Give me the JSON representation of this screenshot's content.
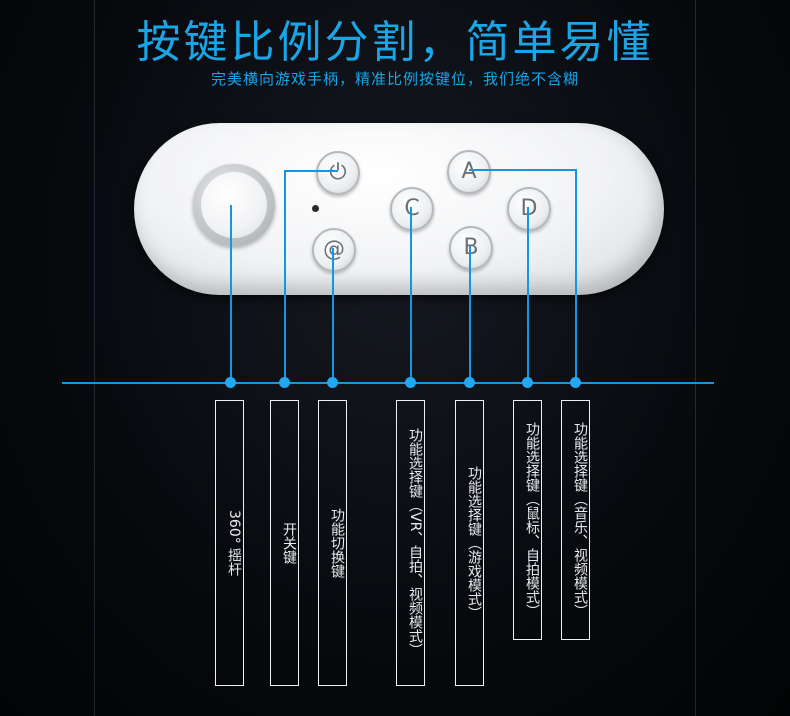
{
  "title": "按键比例分割，简单易懂",
  "subtitle": "完美横向游戏手柄，精准比例按键位，我们绝不含糊",
  "buttons": {
    "power": "⏻",
    "at": "@",
    "a": "A",
    "b": "B",
    "c": "C",
    "d": "D"
  },
  "labels": [
    "360° 摇杆",
    "开关键",
    "功能切换键",
    "功能选择键（VR、自拍、视频模式）",
    "功能选择键（游戏模式）",
    "功能选择键（鼠标、自拍模式）",
    "功能选择键（音乐、视频模式）"
  ],
  "colors": {
    "accent": "#1596e0",
    "title": "#1aa6e6",
    "background": "#07090d"
  }
}
